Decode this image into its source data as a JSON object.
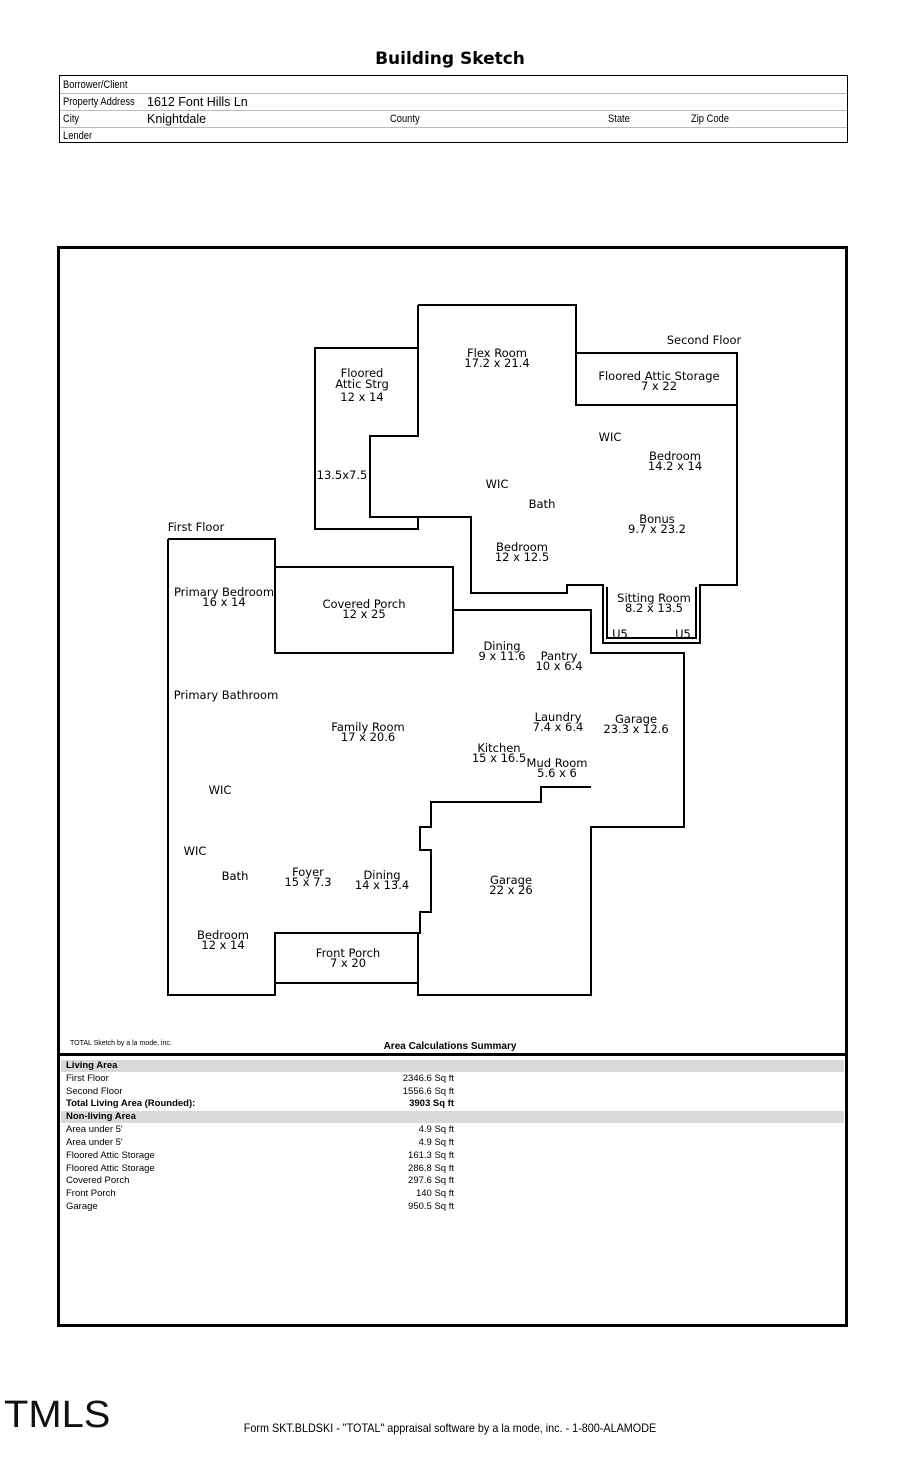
{
  "header": {
    "title": "Building Sketch"
  },
  "info": {
    "borrower_label": "Borrower/Client",
    "address_label": "Property Address",
    "address_value": "1612 Font Hills Ln",
    "city_label": "City",
    "city_value": "Knightdale",
    "county_label": "County",
    "state_label": "State",
    "zip_label": "Zip Code",
    "lender_label": "Lender"
  },
  "sketch": {
    "second_floor_label": "Second Floor",
    "first_floor_label": "First Floor",
    "rooms": [
      {
        "name": "Flex Room",
        "dim": "17.2 x 21.4"
      },
      {
        "name": "Floored Attic Storage",
        "dim": "7 x 22"
      },
      {
        "name": "Floored",
        "name2": "Attic Strg",
        "dim": "12 x 14"
      },
      {
        "name": "WIC"
      },
      {
        "name": "Bedroom",
        "dim": "14.2 x 14"
      },
      {
        "name": "13.5x7.5"
      },
      {
        "name": "WIC"
      },
      {
        "name": "Bath"
      },
      {
        "name": "Bonus",
        "dim": "9.7 x 23.2"
      },
      {
        "name": "Bedroom",
        "dim": "12 x 12.5"
      },
      {
        "name": "Sitting Room",
        "dim": "8.2 x 13.5"
      },
      {
        "name": "U5"
      },
      {
        "name": "U5"
      },
      {
        "name": "Primary Bedroom",
        "dim": "16 x 14"
      },
      {
        "name": "Covered Porch",
        "dim": "12 x 25"
      },
      {
        "name": "Dining",
        "dim": "9 x 11.6"
      },
      {
        "name": "Pantry",
        "dim": "10 x 6.4"
      },
      {
        "name": "Primary Bathroom"
      },
      {
        "name": "Family Room",
        "dim": "17 x 20.6"
      },
      {
        "name": "Laundry",
        "dim": "7.4 x 6.4"
      },
      {
        "name": "Garage",
        "dim": "23.3 x 12.6"
      },
      {
        "name": "Kitchen",
        "dim": "15 x 16.5"
      },
      {
        "name": "Mud Room",
        "dim": "5.6 x 6"
      },
      {
        "name": "WIC"
      },
      {
        "name": "WIC"
      },
      {
        "name": "Bath"
      },
      {
        "name": "Foyer",
        "dim": "15 x 7.3"
      },
      {
        "name": "Dining",
        "dim": "14 x 13.4"
      },
      {
        "name": "Garage",
        "dim": "22 x 26"
      },
      {
        "name": "Bedroom",
        "dim": "12 x 14"
      },
      {
        "name": "Front Porch",
        "dim": "7 x 20"
      }
    ]
  },
  "summary": {
    "credit": "TOTAL Sketch by a la mode, inc.",
    "title": "Area Calculations Summary",
    "living_header": "Living Area",
    "living": [
      {
        "label": "First Floor",
        "value": "2346.6 Sq ft"
      },
      {
        "label": "Second Floor",
        "value": "1556.6 Sq ft"
      }
    ],
    "total": {
      "label": "Total Living Area (Rounded):",
      "value": "3903 Sq ft"
    },
    "nonliving_header": "Non-living Area",
    "nonliving": [
      {
        "label": "Area under 5'",
        "value": "4.9 Sq ft"
      },
      {
        "label": "Area under 5'",
        "value": "4.9 Sq ft"
      },
      {
        "label": "Floored Attic Storage",
        "value": "161.3 Sq ft"
      },
      {
        "label": "Floored Attic Storage",
        "value": "286.8 Sq ft"
      },
      {
        "label": "Covered Porch",
        "value": "297.6 Sq ft"
      },
      {
        "label": "Front Porch",
        "value": "140 Sq ft"
      },
      {
        "label": "Garage",
        "value": "950.5 Sq ft"
      }
    ]
  },
  "footer": {
    "logo": "TMLS",
    "form_text": "Form SKT.BLDSKI - \"TOTAL\" appraisal software by a la mode, inc. - 1-800-ALAMODE"
  }
}
